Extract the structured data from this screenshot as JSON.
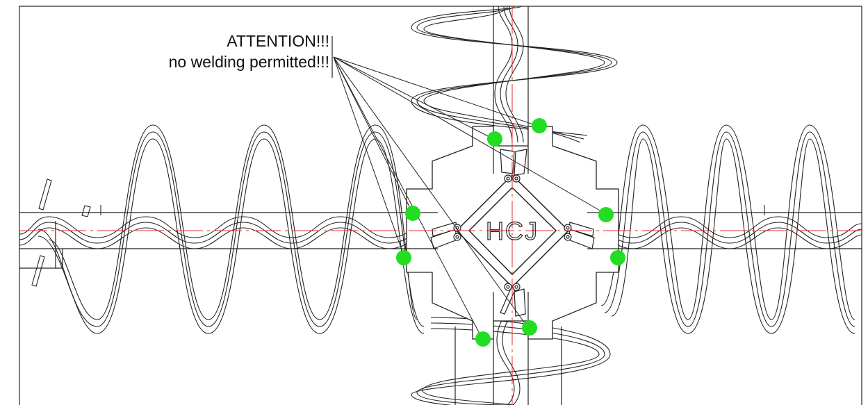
{
  "notice": {
    "line1": "ATTENTION!!!",
    "line2": "no welding permitted!!!"
  },
  "logo": {
    "text": "HCJ"
  },
  "colors": {
    "line": "#222222",
    "centerline": "#e03030",
    "marker": "#22dd22",
    "background": "#ffffff"
  }
}
